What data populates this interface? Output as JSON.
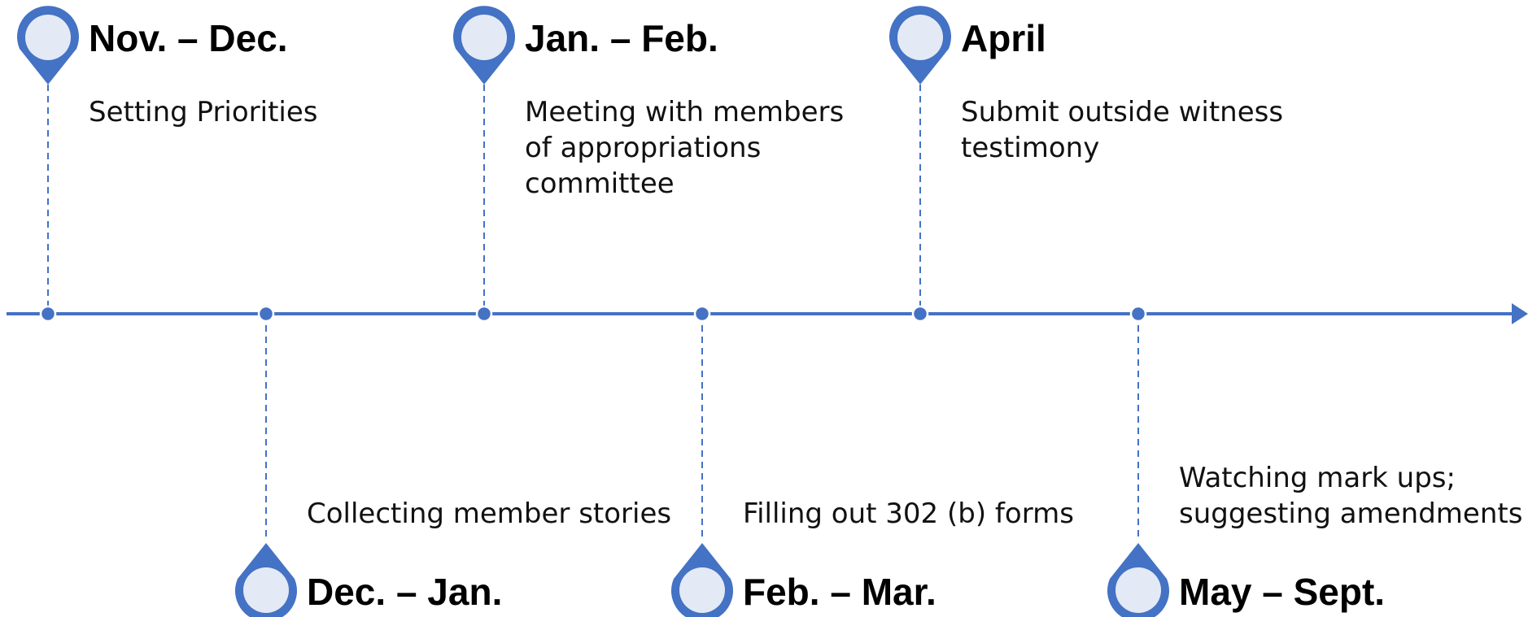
{
  "colors": {
    "line": "#4472C4",
    "pin_fill": "#E3EAF5",
    "pin_stroke": "#4472C4"
  },
  "milestones": [
    {
      "title": "Nov. – Dec.",
      "description": "Setting Priorities",
      "position": "above"
    },
    {
      "title": "Dec. – Jan.",
      "description": "Collecting member stories",
      "position": "below"
    },
    {
      "title": "Jan. – Feb.",
      "description": "Meeting with members\nof appropriations\ncommittee",
      "position": "above"
    },
    {
      "title": "Feb. – Mar.",
      "description": "Filling out 302 (b) forms",
      "position": "below"
    },
    {
      "title": "April",
      "description": "Submit outside witness\ntestimony",
      "position": "above"
    },
    {
      "title": "May – Sept.",
      "description": "Watching mark ups;\nsuggesting amendments",
      "position": "below"
    }
  ]
}
